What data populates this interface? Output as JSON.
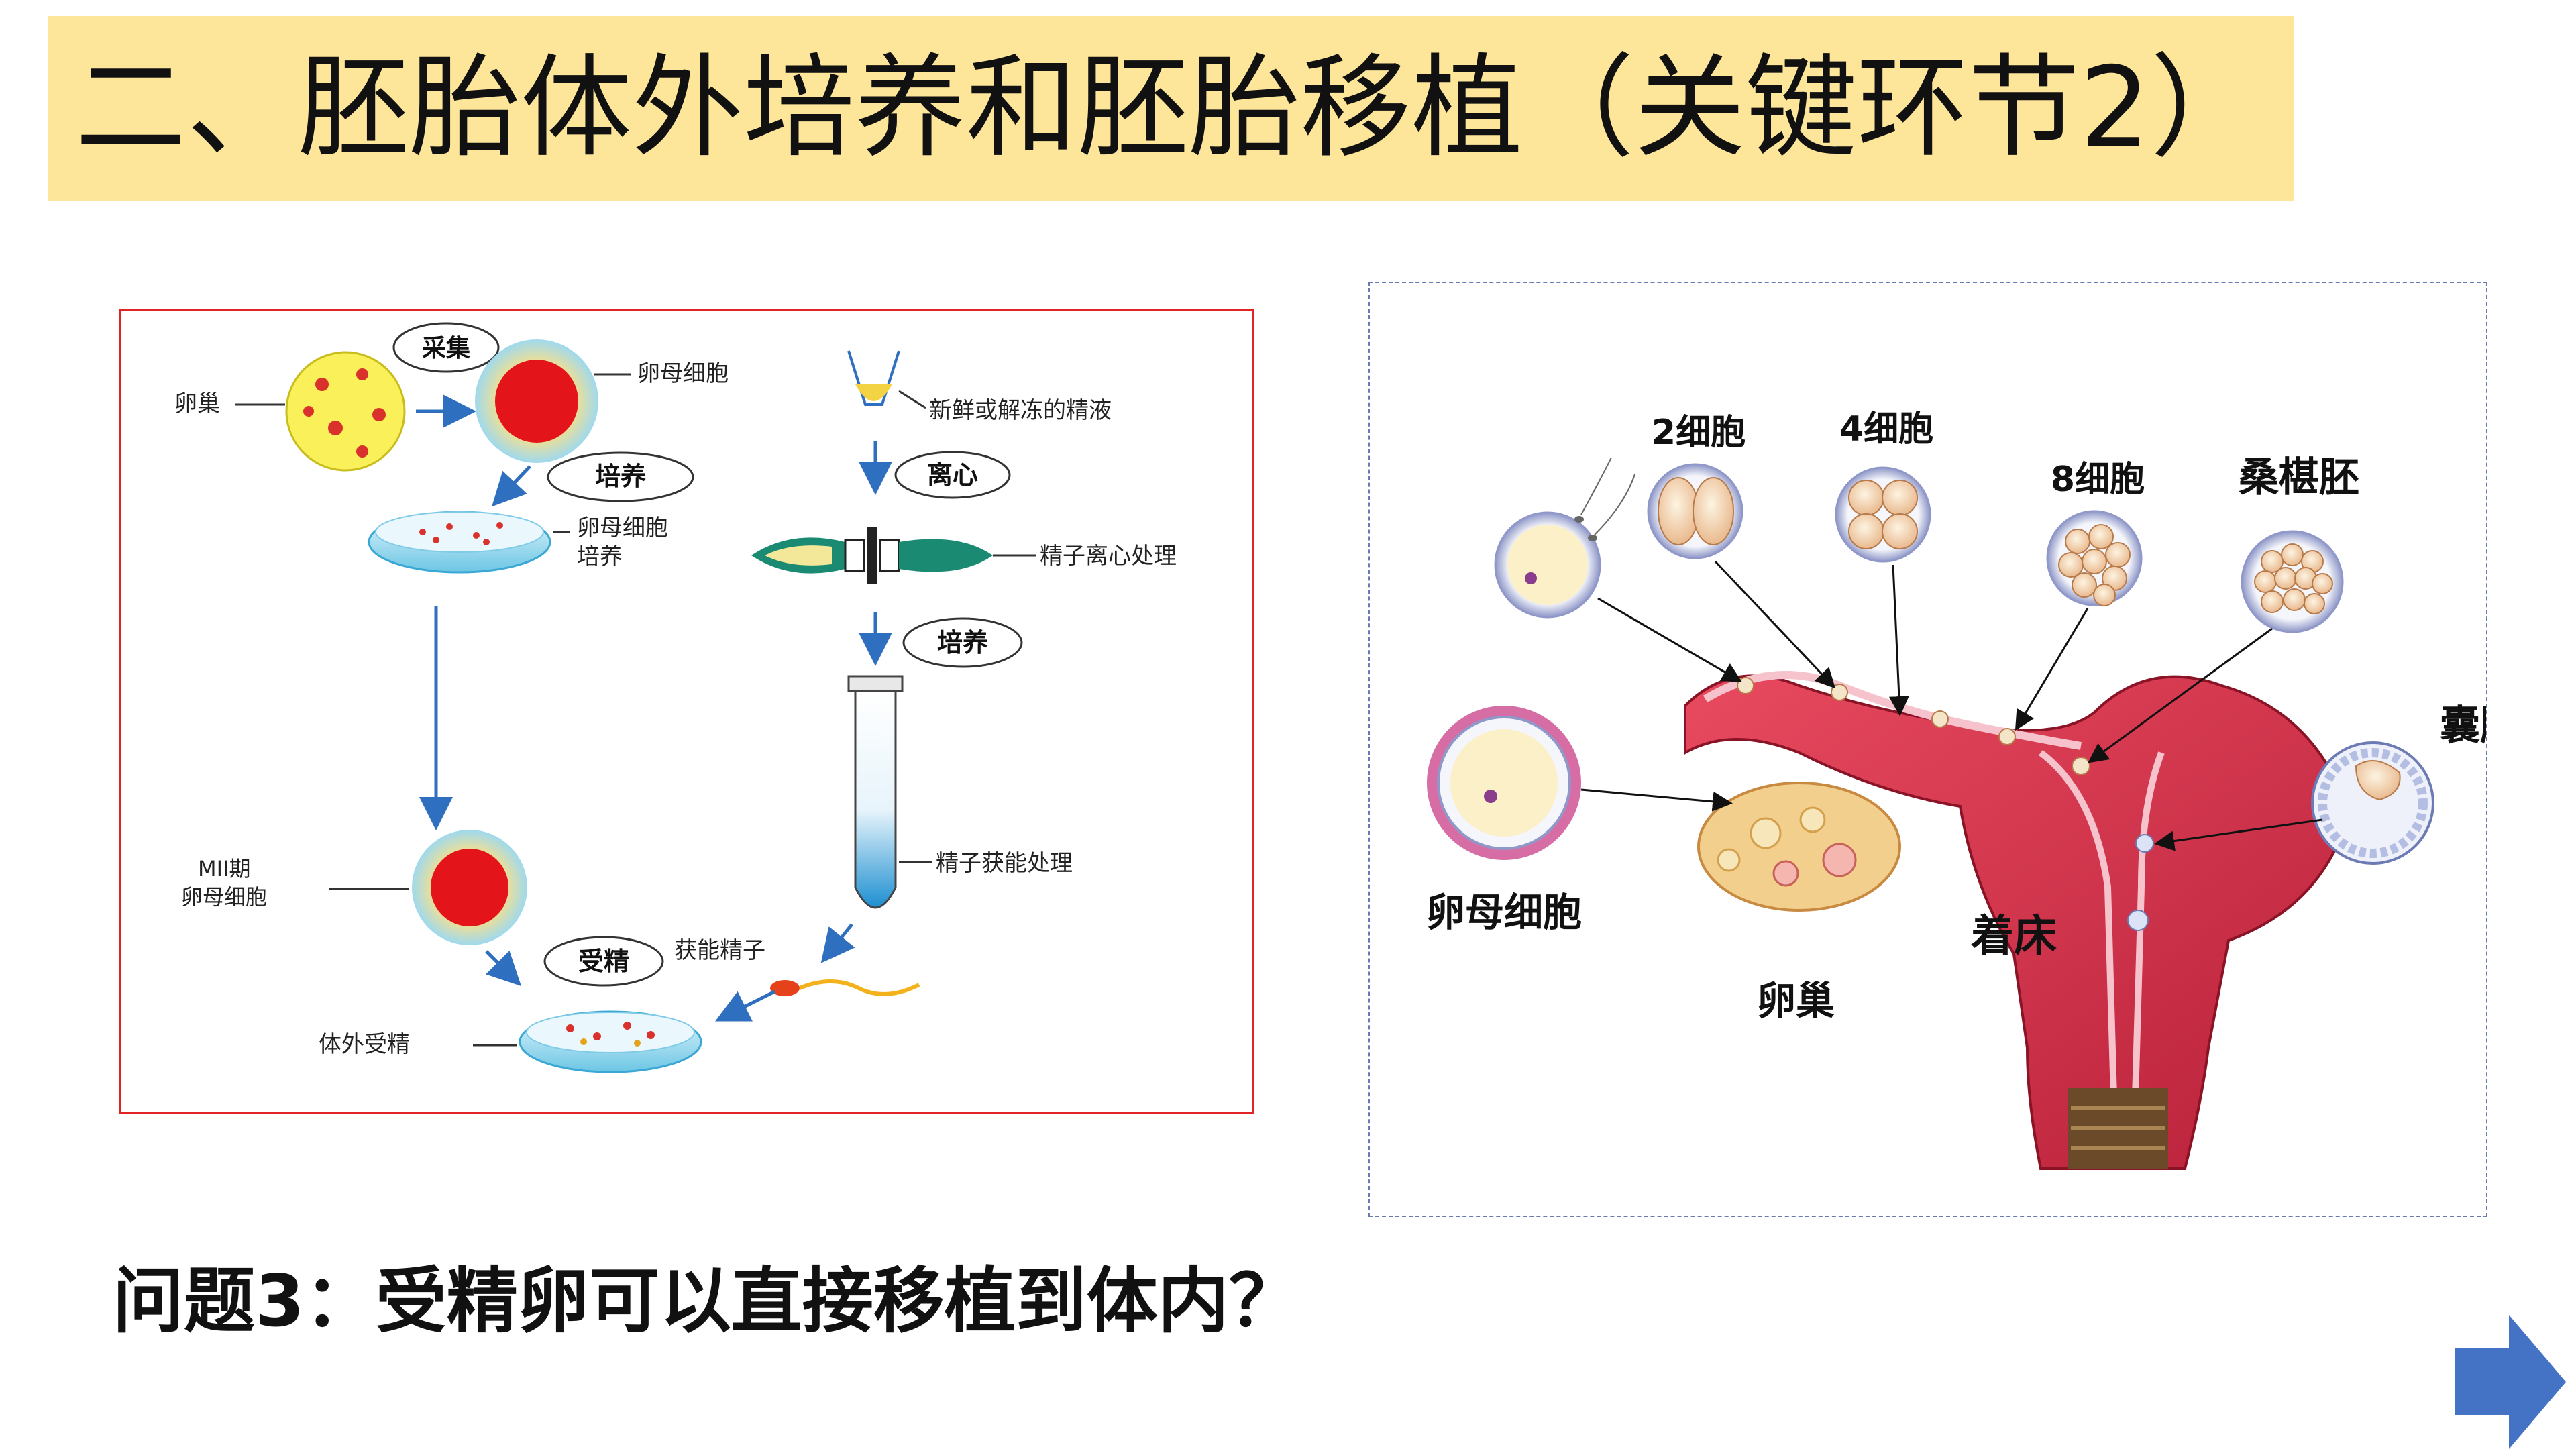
{
  "slide": {
    "title": "二、胚胎体外培养和胚胎移植（关键环节2）",
    "question": "问题3：受精卵可以直接移植到体内？"
  },
  "left_diagram": {
    "ovary": "卵巢",
    "oocyte": "卵母细胞",
    "collect": "采集",
    "culture": "培养",
    "oocyte_culture_1": "卵母细胞",
    "oocyte_culture_2": "培养",
    "mii_1": "MII期",
    "mii_2": "卵母细胞",
    "fertilize": "受精",
    "ivf": "体外受精",
    "semen": "新鲜或解冻的精液",
    "centrifuge": "离心",
    "sperm_centrifuge": "精子离心处理",
    "culture2": "培养",
    "sperm_capacitation": "精子获能处理",
    "capacitated_sperm": "获能精子"
  },
  "right_diagram": {
    "cell2": "2细胞",
    "cell4": "4细胞",
    "cell8": "8细胞",
    "morula": "桑椹胚",
    "blastocyst": "囊胚",
    "oocyte": "卵母细胞",
    "ovary": "卵巢",
    "implantation": "着床"
  },
  "colors": {
    "title_band": "#fde69a",
    "left_border": "#e02424",
    "arrow_blue": "#4472c4",
    "uterus_red": "#d8324f"
  }
}
